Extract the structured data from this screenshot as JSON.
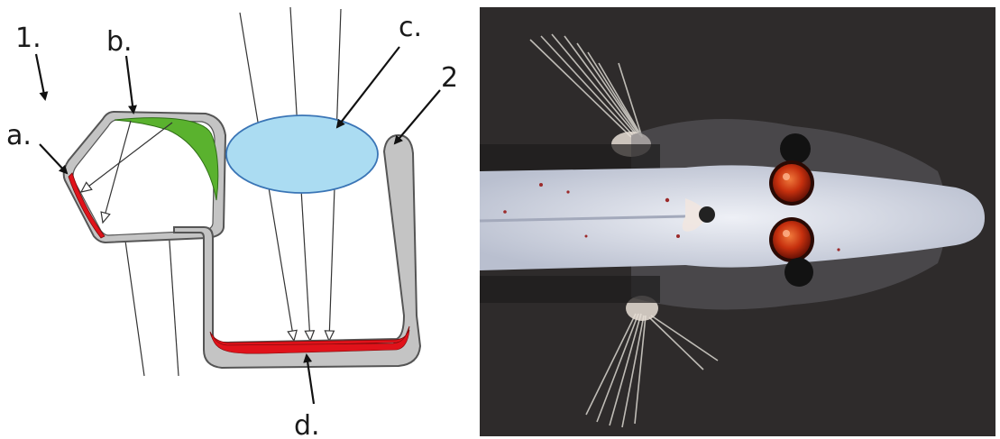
{
  "diagram": {
    "labels": {
      "view_1": "1.",
      "a": "a.",
      "b": "b.",
      "c": "c.",
      "view_2": "2",
      "d": "d."
    },
    "colors": {
      "eye_wall": "#c4c4c4",
      "wall_stroke": "#555555",
      "retina": "#e0121a",
      "green_tissue": "#5ab22e",
      "lens": "#abdcf2",
      "lens_stroke": "#3a75b6",
      "ray": "#333333",
      "label_arrow": "#111111"
    }
  },
  "photo": {
    "subject_icon": "fish-larva-dorsal-photo",
    "colors": {
      "background": "#2e2b2b",
      "body": "#d5d8e2",
      "eye_reflector": "#ce3a12",
      "eye_dark": "#121212"
    }
  }
}
